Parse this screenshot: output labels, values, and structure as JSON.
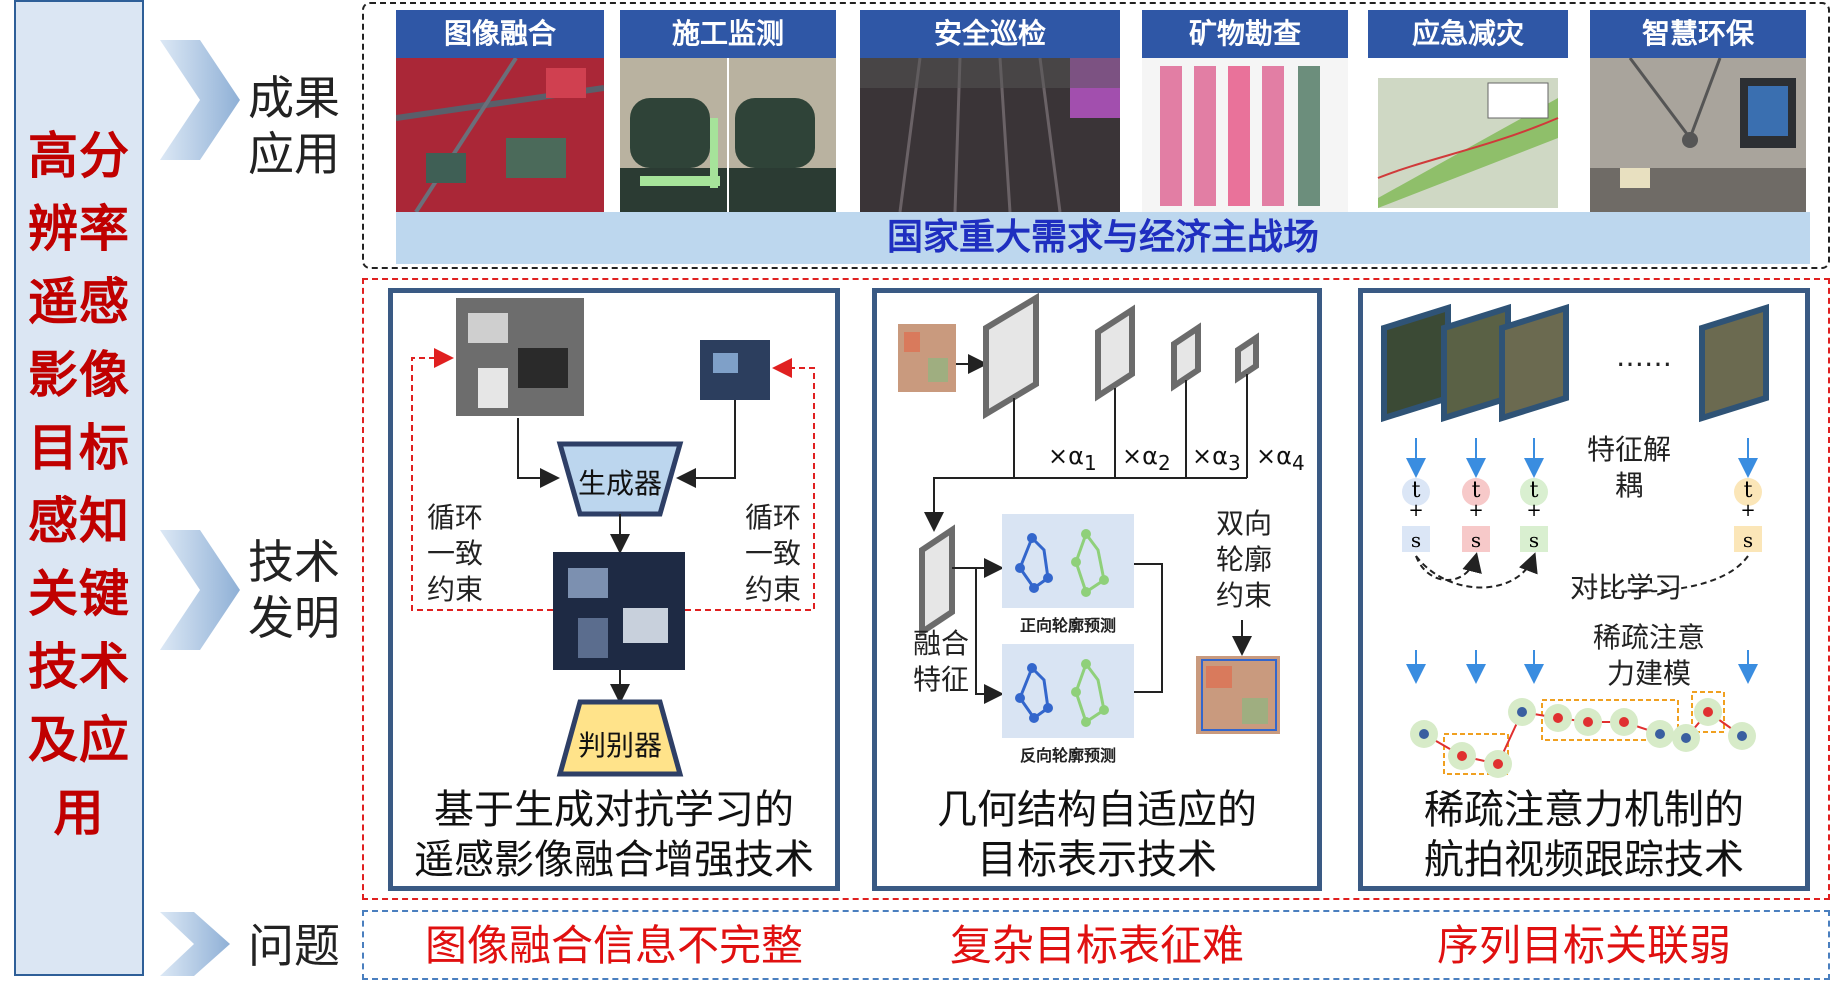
{
  "left_title": "高分辨率遥感影像目标感知关键技术及应用",
  "rows": {
    "results_label": "成果\n应用",
    "tech_label": "技术\n发明",
    "problems_label": "问题"
  },
  "applications": [
    "图像融合",
    "施工监测",
    "安全巡检",
    "矿物勘查",
    "应急减灾",
    "智慧环保"
  ],
  "banner": "国家重大需求与经济主战场",
  "panel1": {
    "generator": "生成器",
    "discriminator": "判别器",
    "left_constraint": "循环\n一致\n约束",
    "right_constraint": "循环\n一致\n约束",
    "caption_line1": "基于生成对抗学习的",
    "caption_line2": "遥感影像融合增强技术"
  },
  "panel2": {
    "alphas": [
      "1",
      "2",
      "3",
      "4"
    ],
    "fused_feature": "融合\n特征",
    "forward_contour": "正向轮廓预测",
    "reverse_contour": "反向轮廓预测",
    "bidirectional": "双向\n轮廓\n约束",
    "caption_line1": "几何结构自适应的",
    "caption_line2": "目标表示技术"
  },
  "panel3": {
    "dots": "……",
    "feature_decoupling": "特征解\n耦",
    "token_t": "t",
    "token_s": "s",
    "plus": "+",
    "contrastive": "对比学习",
    "sparse_attention": "稀疏注意\n力建模",
    "caption_line1": "稀疏注意力机制的",
    "caption_line2": "航拍视频跟踪技术"
  },
  "problems": [
    "图像融合信息不完整",
    "复杂目标表征难",
    "序列目标关联弱"
  ],
  "colors": {
    "title_red": "#c00000",
    "tab_blue": "#2f57a6",
    "banner_bg": "#bdd7ee",
    "banner_text": "#1f2fc0",
    "panel_border": "#3a5a84",
    "problem_red": "#e01010"
  }
}
